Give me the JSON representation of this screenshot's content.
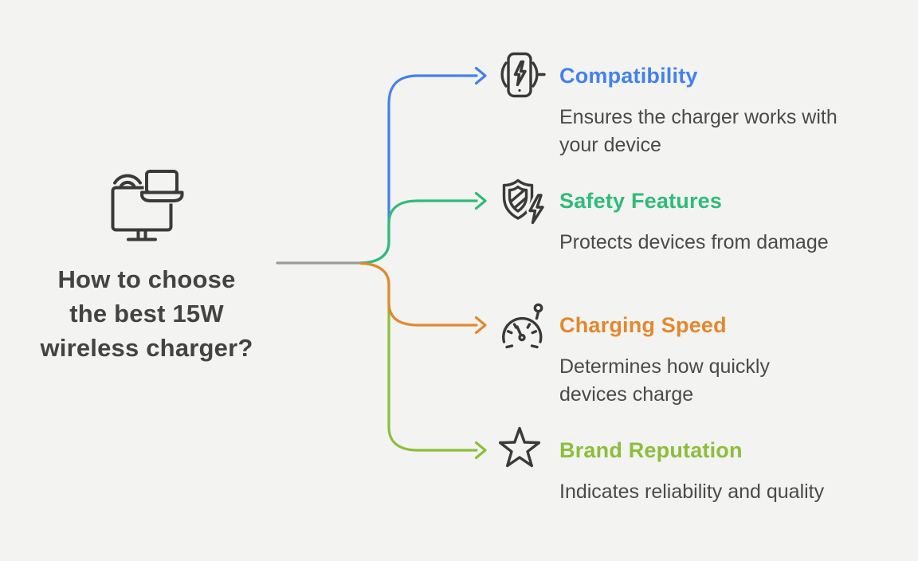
{
  "background": "#f3f3f1",
  "title_color": "#434343",
  "text_color": "#4a4a4a",
  "icon_color": "#3a3a3a",
  "stem_color": "#9a9a9a",
  "root": {
    "title": "How to choose\nthe best 15W\nwireless charger?",
    "icon": "desktop-laptop-wireless-icon"
  },
  "branches": [
    {
      "label": "Compatibility",
      "description": "Ensures the charger works with\nyour device",
      "color": "#4381ee",
      "icon": "wireless-charging-phone-icon"
    },
    {
      "label": "Safety Features",
      "description": "Protects devices from damage",
      "color": "#2ebc79",
      "icon": "shield-lightning-icon"
    },
    {
      "label": "Charging Speed",
      "description": "Determines how quickly\ndevices charge",
      "color": "#e1892d",
      "icon": "speedometer-icon"
    },
    {
      "label": "Brand Reputation",
      "description": "Indicates reliability and quality",
      "color": "#8cbe3b",
      "icon": "star-icon"
    }
  ]
}
